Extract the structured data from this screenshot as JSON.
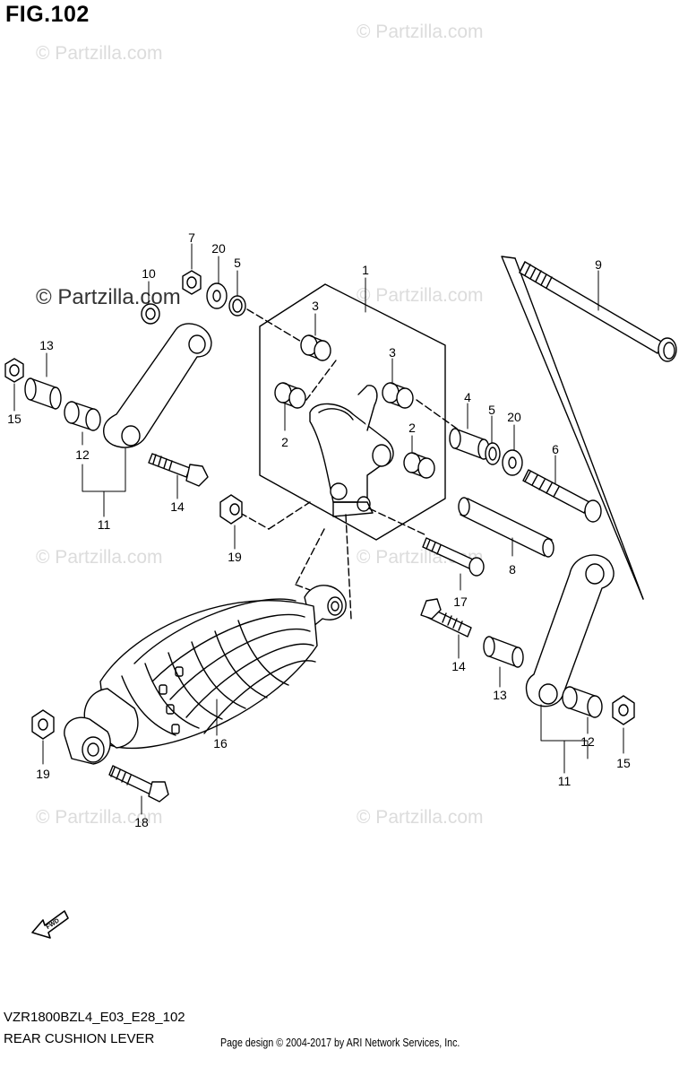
{
  "figure": {
    "title": "FIG.102",
    "code": "VZR1800BZL4_E03_E28_102",
    "name": "REAR CUSHION LEVER",
    "credit": "Page design © 2004-2017 by ARI Network Services, Inc."
  },
  "watermarks": {
    "text": "© Partzilla.com",
    "strong_text": "© Partzilla.com"
  },
  "direction_badge": "FWD",
  "callouts": {
    "c1": "1",
    "c2a": "2",
    "c2b": "2",
    "c3a": "3",
    "c3b": "3",
    "c4": "4",
    "c5a": "5",
    "c5b": "5",
    "c6": "6",
    "c7": "7",
    "c8": "8",
    "c9": "9",
    "c10": "10",
    "c11a": "11",
    "c11b": "11",
    "c12a": "12",
    "c12b": "12",
    "c13a": "13",
    "c13b": "13",
    "c14a": "14",
    "c14b": "14",
    "c15a": "15",
    "c15b": "15",
    "c16": "16",
    "c17": "17",
    "c18": "18",
    "c19a": "19",
    "c19b": "19",
    "c20a": "20",
    "c20b": "20"
  },
  "colors": {
    "line": "#000000",
    "watermark": "#dcdcdc"
  }
}
